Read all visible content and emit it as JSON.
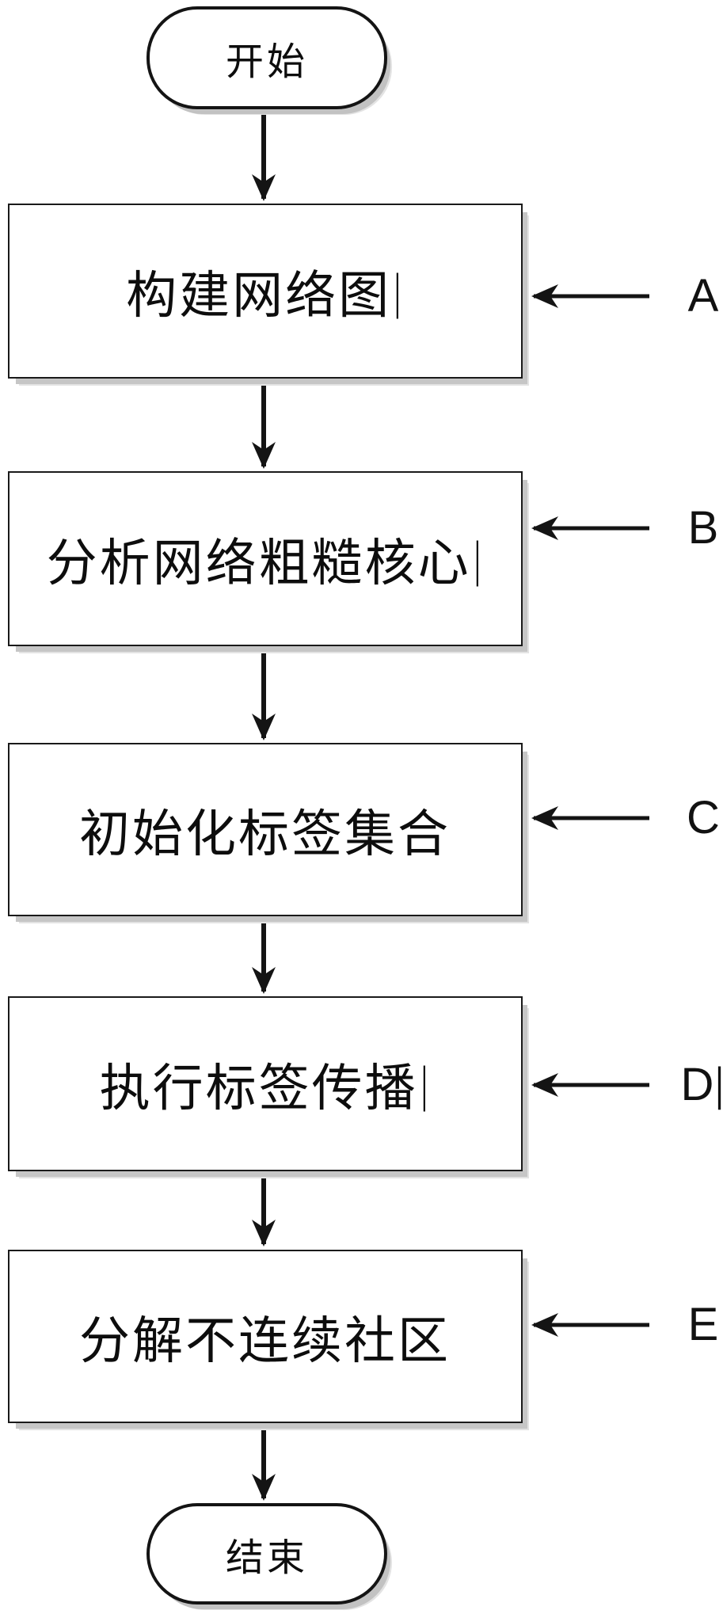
{
  "figure": {
    "background": "#ffffff",
    "line_color": "#141414",
    "shadow_color": "#c6c6c6",
    "type": "flowchart"
  },
  "flowchart": {
    "start": {
      "label": "开始"
    },
    "steps": [
      {
        "marker": "A",
        "label": "构建网络图",
        "caret": "|",
        "marker_caret": ""
      },
      {
        "marker": "B",
        "label": "分析网络粗糙核心",
        "caret": "|",
        "marker_caret": ""
      },
      {
        "marker": "C",
        "label": "初始化标签集合",
        "caret": "",
        "marker_caret": ""
      },
      {
        "marker": "D",
        "label": "执行标签传播",
        "caret": "|",
        "marker_caret": "|"
      },
      {
        "marker": "E",
        "label": "分解不连续社区",
        "caret": "",
        "marker_caret": ""
      }
    ],
    "end": {
      "label": "结束"
    }
  }
}
